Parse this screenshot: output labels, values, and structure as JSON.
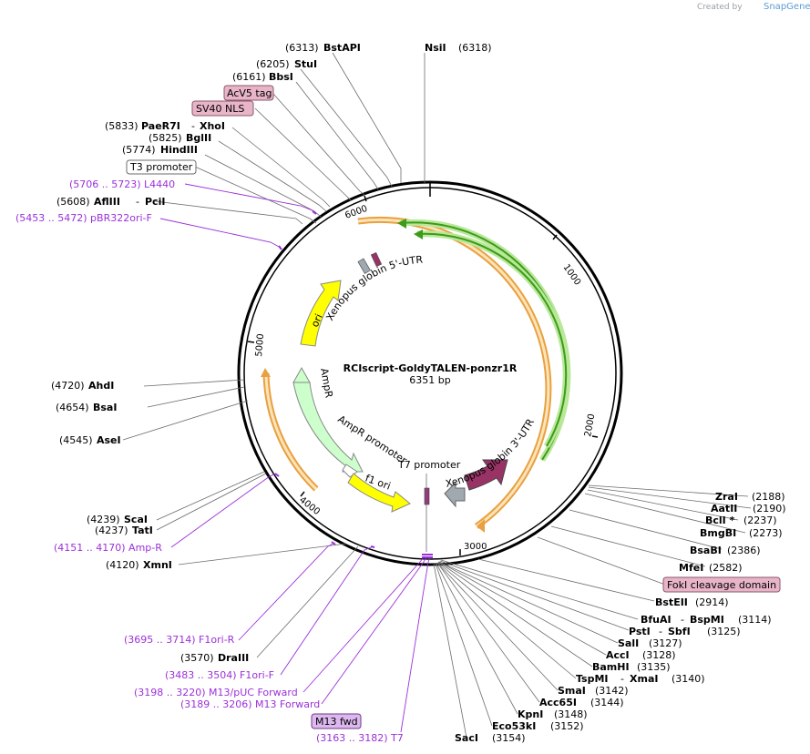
{
  "credit": {
    "prefix": "Created by",
    "brand": "SnapGene"
  },
  "map": {
    "name": "RCIscript-GoldyTALEN-ponzr1R",
    "size": "6351 bp"
  },
  "ticks": [
    "1000",
    "2000",
    "3000",
    "4000",
    "5000",
    "6000"
  ],
  "features": {
    "ori": "ori",
    "ampr": "AmpR",
    "ampr_promoter": "AmpR promoter",
    "f1_ori": "f1 ori",
    "t7_promoter": "T7 promoter",
    "utr3": "Xenopus globin 3'-UTR",
    "utr5": "Xenopus globin 5'-UTR"
  },
  "boxed": {
    "acv5": "AcV5 tag",
    "sv40": "SV40 NLS",
    "t3": "T3 promoter",
    "foki": "FokI cleavage domain",
    "m13fwd": "M13 fwd"
  },
  "sites": {
    "bstapi": {
      "pos": "(6313)",
      "name": "BstAPI"
    },
    "nsii": {
      "name": "NsiI",
      "pos": "(6318)"
    },
    "stui": {
      "pos": "(6205)",
      "name": "StuI"
    },
    "bbsi": {
      "pos": "(6161)",
      "name": "BbsI"
    },
    "paer7i": {
      "pos": "(5833)",
      "name": "PaeR7I",
      "name2": "XhoI"
    },
    "bglii": {
      "pos": "(5825)",
      "name": "BglII"
    },
    "hindiii": {
      "pos": "(5774)",
      "name": "HindIII"
    },
    "afliii": {
      "pos": "(5608)",
      "name": "AflIII",
      "name2": "PciI"
    },
    "ahdi": {
      "pos": "(4720)",
      "name": "AhdI"
    },
    "bsai": {
      "pos": "(4654)",
      "name": "BsaI"
    },
    "asei": {
      "pos": "(4545)",
      "name": "AseI"
    },
    "scai": {
      "pos": "(4239)",
      "name": "ScaI"
    },
    "tati": {
      "pos": "(4237)",
      "name": "TatI"
    },
    "xmni": {
      "pos": "(4120)",
      "name": "XmnI"
    },
    "draiii": {
      "pos": "(3570)",
      "name": "DraIII"
    },
    "zrai": {
      "name": "ZraI",
      "pos": "(2188)"
    },
    "aatii": {
      "name": "AatII",
      "pos": "(2190)"
    },
    "bcli": {
      "name": "BclI *",
      "pos": "(2237)"
    },
    "bmgbi": {
      "name": "BmgBI",
      "pos": "(2273)"
    },
    "bsabi": {
      "name": "BsaBI",
      "pos": "(2386)"
    },
    "mfei": {
      "name": "MfeI",
      "pos": "(2582)"
    },
    "bsteii": {
      "name": "BstEII",
      "pos": "(2914)"
    },
    "bfuai": {
      "name": "BfuAI",
      "name2": "BspMI",
      "pos": "(3114)"
    },
    "psti": {
      "name": "PstI",
      "name2": "SbfI",
      "pos": "(3125)"
    },
    "sali": {
      "name": "SalI",
      "pos": "(3127)"
    },
    "acci": {
      "name": "AccI",
      "pos": "(3128)"
    },
    "bamhi": {
      "name": "BamHI",
      "pos": "(3135)"
    },
    "tspmi": {
      "name": "TspMI",
      "name2": "XmaI",
      "pos": "(3140)"
    },
    "smai": {
      "name": "SmaI",
      "pos": "(3142)"
    },
    "acc65i": {
      "name": "Acc65I",
      "pos": "(3144)"
    },
    "kpni": {
      "name": "KpnI",
      "pos": "(3148)"
    },
    "eco53ki": {
      "name": "Eco53kI",
      "pos": "(3152)"
    },
    "saci": {
      "name": "SacI",
      "pos": "(3154)"
    }
  },
  "primers": {
    "l4440": "(5706 .. 5723)  L4440",
    "pbr322": "(5453 .. 5472)  pBR322ori-F",
    "ampr_p": "(4151 .. 4170)  Amp-R",
    "f1ori_r": "(3695 .. 3714)  F1ori-R",
    "f1ori_f": "(3483 .. 3504)  F1ori-F",
    "m13puc": "(3198 .. 3220)  M13/pUC Forward",
    "m13fw": "(3189 .. 3206)  M13 Forward",
    "t7": "(3163 .. 3182)  T7"
  },
  "colors": {
    "ori": "#ffff00",
    "ampr": "#ccffcc",
    "utr": "#993366",
    "t7": "#a0a8b0",
    "orange": "#f0a030",
    "green": "#3d9b1a",
    "primer": "#9b30d9",
    "box": "#e8b4c8"
  }
}
